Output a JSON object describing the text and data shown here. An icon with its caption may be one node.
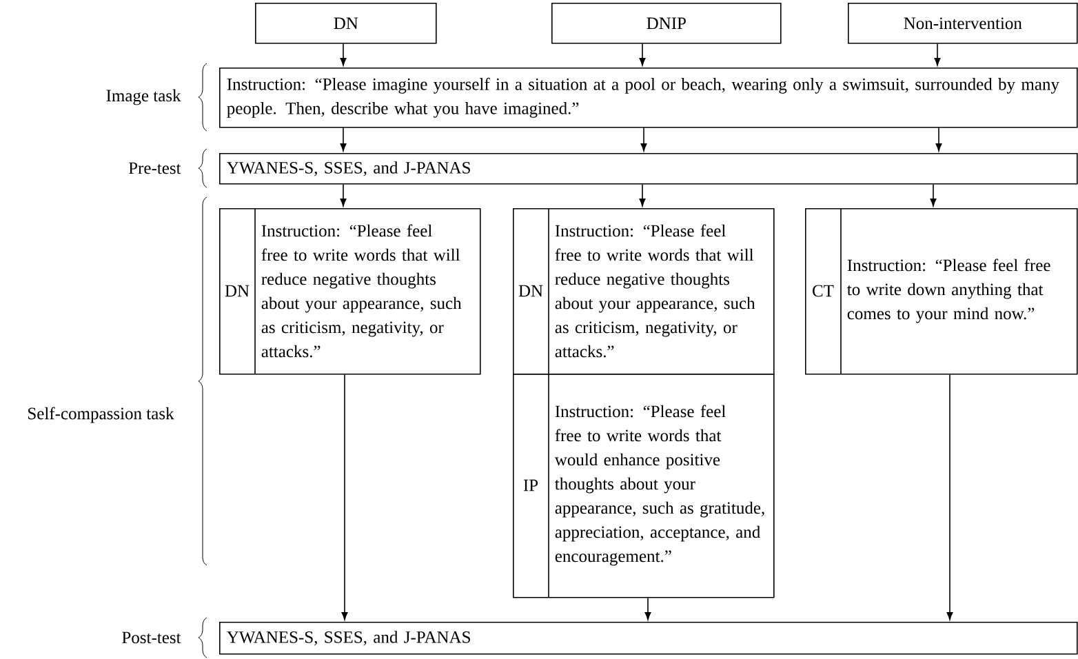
{
  "diagram": {
    "nodes": [
      {
        "text": [
          "DN"
        ]
      },
      {
        "text": [
          "DNIP"
        ]
      },
      {
        "text": [
          "Non-intervention"
        ]
      },
      {
        "text": [
          "Instruction: “Please imagine yourself in a situation at a pool or beach, wearing only a swimsuit, surrounded by many people. Then, describe what you have imagined.”"
        ],
        "beside": [
          "Image task"
        ]
      },
      {
        "text": [
          "YWANES-S, SSES, and J-PANAS"
        ],
        "beside": [
          "Pre-test"
        ]
      },
      {
        "text": [
          "DN",
          "Instruction: “Please feel free to write words that will reduce negative thoughts about your appearance, such as criticism, negativity, or attacks.”"
        ]
      },
      {
        "text": [
          "DN",
          "Instruction: “Please feel free to write words that will reduce negative thoughts about your appearance, such as criticism, negativity, or attacks.”"
        ]
      },
      {
        "text": [
          "IP",
          "Instruction: “Please feel free to write words that would enhance positive thoughts about your appearance, such as gratitude, appreciation, acceptance, and encouragement.”"
        ]
      },
      {
        "text": [
          "CT",
          "Instruction: “Please feel free to write down anything that comes to your mind now.”"
        ]
      },
      {
        "text": [
          "YWANES-S, SSES, and J-PANAS"
        ],
        "beside": [
          "Post-test"
        ]
      }
    ],
    "edges": [
      {
        "from": 0,
        "to": 3,
        "arrow": "to"
      },
      {
        "from": 1,
        "to": 3,
        "arrow": "to"
      },
      {
        "from": 2,
        "to": 3,
        "arrow": "to"
      },
      {
        "from": 3,
        "to": 4,
        "arrow": "to"
      },
      {
        "from": 3,
        "to": 4,
        "arrow": "to"
      },
      {
        "from": 3,
        "to": 4,
        "arrow": "to"
      },
      {
        "from": 4,
        "to": 5,
        "arrow": "to"
      },
      {
        "from": 4,
        "to": 6,
        "arrow": "to"
      },
      {
        "from": 4,
        "to": 8,
        "arrow": "to"
      },
      {
        "from": 5,
        "to": 9,
        "arrow": "to"
      },
      {
        "from": 7,
        "to": 9,
        "arrow": "to"
      },
      {
        "from": 8,
        "to": 9,
        "arrow": "to"
      }
    ],
    "labels": [
      "Self-compassion task"
    ]
  }
}
